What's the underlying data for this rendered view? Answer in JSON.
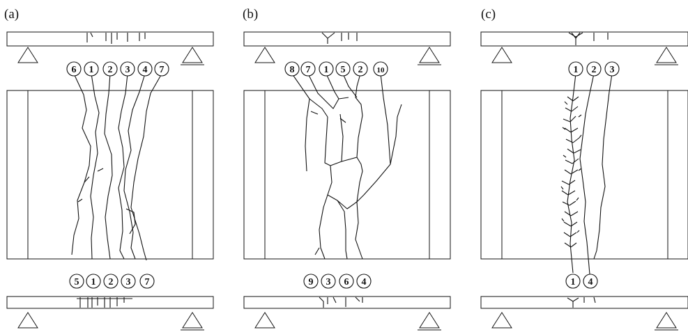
{
  "panels": [
    {
      "label": "(a)",
      "top_numbers": [
        "6",
        "1",
        "2",
        "3",
        "4",
        "7"
      ],
      "bottom_numbers": [
        "5",
        "1",
        "2",
        "3",
        "7"
      ]
    },
    {
      "label": "(b)",
      "top_numbers": [
        "8",
        "7",
        "1",
        "5",
        "2",
        "10"
      ],
      "bottom_numbers": [
        "9",
        "3",
        "6",
        "4"
      ]
    },
    {
      "label": "(c)",
      "top_numbers": [
        "1",
        "2",
        "3"
      ],
      "bottom_numbers": [
        "1",
        "4"
      ]
    }
  ]
}
